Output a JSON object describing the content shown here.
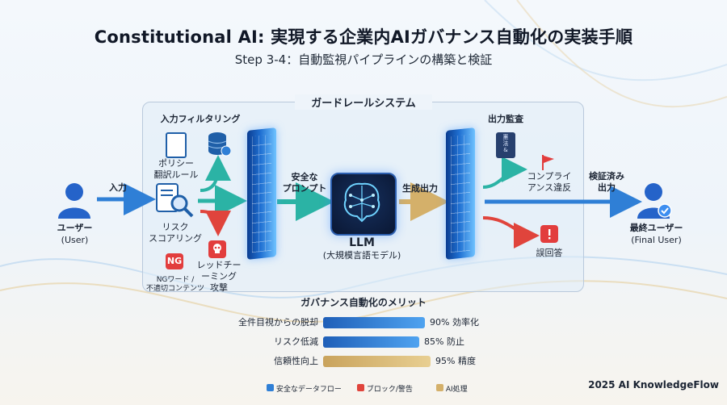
{
  "header": {
    "title": "Constitutional AI: 実現する企業内AIガバナンス自動化の実装手順",
    "subtitle": "Step 3-4：自動監視パイプラインの構築と検証"
  },
  "guardrail": {
    "title": "ガードレールシステム"
  },
  "user": {
    "label": "ユーザー",
    "sub": "(User)"
  },
  "flow": {
    "input": "入力",
    "safe_prompt": "安全な\nプロンプト",
    "gen_output": "生成出力",
    "verified_output": "検証済み\n出力"
  },
  "input_filter": {
    "title": "入力フィルタリング",
    "policy": "ポリシー\n翻訳ルール",
    "risk": "リスク\nスコアリング",
    "ng_badge": "NG",
    "ng": "NGワード /\n不適切コンテンツ",
    "redteam": "レッドチー\nーミング\n攻撃"
  },
  "llm": {
    "label": "LLM",
    "sub": "(大規模言語モデル)"
  },
  "output_audit": {
    "title": "出力監査",
    "doc_text": "憲\n法\n&",
    "compliance": "コンプライ\nアンス違反",
    "wrong": "誤回答"
  },
  "final_user": {
    "label": "最終ユーザー",
    "sub": "(Final User)"
  },
  "benefits": {
    "title": "ガバナンス自動化のメリット",
    "rows": [
      {
        "label": "全件目視からの脱却",
        "value": 90,
        "text": "90% 効率化",
        "color": "#1f5fb8"
      },
      {
        "label": "リスク低減",
        "value": 85,
        "text": "85% 防止",
        "color": "#1f5fb8"
      },
      {
        "label": "信頼性向上",
        "value": 95,
        "text": "95% 精度",
        "color": "#c9a35c"
      }
    ]
  },
  "legend": [
    {
      "label": "安全なデータフロー",
      "color": "#2f7fd6"
    },
    {
      "label": "ブロック/警告",
      "color": "#e0443c"
    },
    {
      "label": "AI処理",
      "color": "#d4b06a"
    }
  ],
  "footer": {
    "credit": "2025 AI KnowledgeFlow"
  }
}
